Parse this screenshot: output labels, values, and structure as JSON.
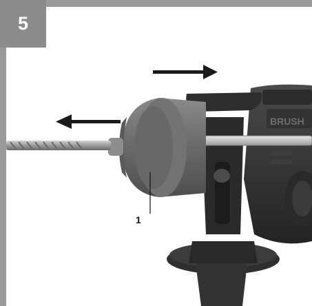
{
  "figure": {
    "step_number": "5",
    "callout_label": "1",
    "device_text": "BRUSH"
  },
  "icons": [
    "arrow-right-icon",
    "arrow-left-icon"
  ],
  "colors": {
    "frame": "#9a9a9a",
    "badge": "#8c8c8c",
    "chuck": "#6f6f6f",
    "body": "#3a3a3a",
    "background": "#ffffff"
  }
}
